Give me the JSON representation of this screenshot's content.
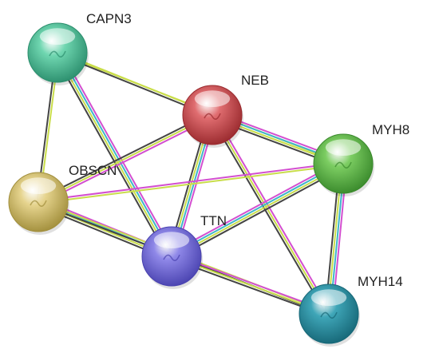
{
  "network": {
    "nodes": [
      {
        "id": "CAPN3",
        "label": "CAPN3",
        "color": "#6fd6b0",
        "dark": "#2c8f6e"
      },
      {
        "id": "NEB",
        "label": "NEB",
        "color": "#e06d70",
        "dark": "#9a2a2e"
      },
      {
        "id": "MYH8",
        "label": "MYH8",
        "color": "#7ccd62",
        "dark": "#3a8a2c"
      },
      {
        "id": "OBSCN",
        "label": "OBSCN",
        "color": "#e6d48e",
        "dark": "#a28f3c"
      },
      {
        "id": "TTN",
        "label": "TTN",
        "color": "#8f88e8",
        "dark": "#4a43b0"
      },
      {
        "id": "MYH14",
        "label": "MYH14",
        "color": "#3fa6b8",
        "dark": "#176878"
      }
    ],
    "edges": [
      {
        "source": "CAPN3",
        "target": "NEB",
        "evidence": [
          "#c9dd4a",
          "#444444"
        ]
      },
      {
        "source": "CAPN3",
        "target": "OBSCN",
        "evidence": [
          "#c9dd4a",
          "#444444"
        ]
      },
      {
        "source": "CAPN3",
        "target": "TTN",
        "evidence": [
          "#d34fd0",
          "#3fb5c9",
          "#c9dd4a",
          "#444444"
        ]
      },
      {
        "source": "CAPN3",
        "target": "MYH8",
        "evidence": [
          "#c9dd4a"
        ]
      },
      {
        "source": "NEB",
        "target": "MYH8",
        "evidence": [
          "#d34fd0",
          "#3fb5c9",
          "#c9dd4a",
          "#444444"
        ]
      },
      {
        "source": "NEB",
        "target": "OBSCN",
        "evidence": [
          "#d34fd0",
          "#c9dd4a",
          "#444444"
        ]
      },
      {
        "source": "NEB",
        "target": "TTN",
        "evidence": [
          "#d34fd0",
          "#3fb5c9",
          "#c9dd4a",
          "#444444"
        ]
      },
      {
        "source": "NEB",
        "target": "MYH14",
        "evidence": [
          "#d34fd0",
          "#c9dd4a",
          "#444444"
        ]
      },
      {
        "source": "OBSCN",
        "target": "MYH8",
        "evidence": [
          "#d34fd0",
          "#c9dd4a"
        ]
      },
      {
        "source": "OBSCN",
        "target": "TTN",
        "evidence": [
          "#d34fd0",
          "#3fb5c9",
          "#c9dd4a",
          "#444444"
        ]
      },
      {
        "source": "OBSCN",
        "target": "MYH14",
        "evidence": [
          "#c9dd4a",
          "#444444"
        ]
      },
      {
        "source": "TTN",
        "target": "MYH8",
        "evidence": [
          "#d34fd0",
          "#3fb5c9",
          "#c9dd4a",
          "#444444"
        ]
      },
      {
        "source": "TTN",
        "target": "MYH14",
        "evidence": [
          "#d34fd0",
          "#c9dd4a",
          "#444444"
        ]
      },
      {
        "source": "MYH8",
        "target": "MYH14",
        "evidence": [
          "#d34fd0",
          "#3fb5c9",
          "#c9dd4a",
          "#444444"
        ]
      }
    ]
  }
}
